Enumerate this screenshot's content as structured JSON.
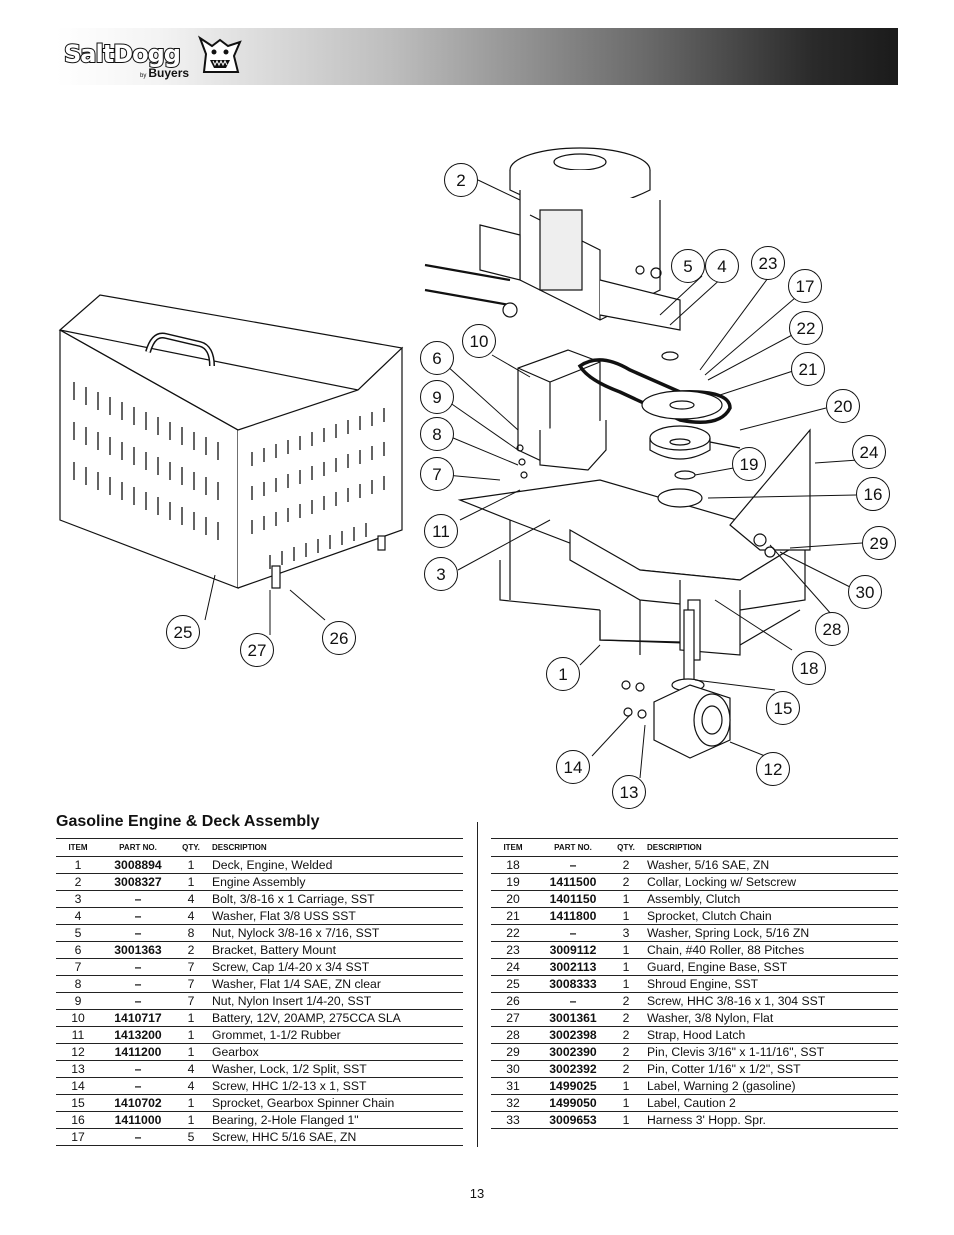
{
  "header": {
    "brand": "SaltDogg",
    "sub_by": "by",
    "sub_brand": "Buyers"
  },
  "colors": {
    "line": "#111111",
    "header_dark": "#1b1b1b",
    "header_light": "#ffffff"
  },
  "diagram": {
    "callouts": [
      "2",
      "5",
      "4",
      "23",
      "17",
      "22",
      "21",
      "20",
      "24",
      "10",
      "6",
      "9",
      "8",
      "7",
      "19",
      "16",
      "11",
      "3",
      "29",
      "30",
      "28",
      "25",
      "27",
      "26",
      "1",
      "18",
      "15",
      "14",
      "12",
      "13"
    ]
  },
  "section_title": "Gasoline Engine & Deck Assembly",
  "table": {
    "headers": {
      "item": "ITEM",
      "part": "PART NO.",
      "qty": "QTY.",
      "desc": "DESCRIPTION"
    },
    "left": [
      {
        "item": "1",
        "part": "3008894",
        "qty": "1",
        "desc": "Deck, Engine, Welded"
      },
      {
        "item": "2",
        "part": "3008327",
        "qty": "1",
        "desc": "Engine Assembly"
      },
      {
        "item": "3",
        "part": "–",
        "qty": "4",
        "desc": "Bolt, 3/8-16 x 1 Carriage, SST"
      },
      {
        "item": "4",
        "part": "–",
        "qty": "4",
        "desc": "Washer, Flat 3/8 USS SST"
      },
      {
        "item": "5",
        "part": "–",
        "qty": "8",
        "desc": "Nut, Nylock 3/8-16 x 7/16, SST"
      },
      {
        "item": "6",
        "part": "3001363",
        "qty": "2",
        "desc": "Bracket, Battery Mount"
      },
      {
        "item": "7",
        "part": "–",
        "qty": "7",
        "desc": "Screw, Cap 1/4-20 x 3/4 SST"
      },
      {
        "item": "8",
        "part": "–",
        "qty": "7",
        "desc": "Washer, Flat 1/4 SAE, ZN clear"
      },
      {
        "item": "9",
        "part": "–",
        "qty": "7",
        "desc": "Nut, Nylon Insert 1/4-20, SST"
      },
      {
        "item": "10",
        "part": "1410717",
        "qty": "1",
        "desc": "Battery, 12V, 20AMP, 275CCA SLA"
      },
      {
        "item": "11",
        "part": "1413200",
        "qty": "1",
        "desc": "Grommet, 1-1/2 Rubber"
      },
      {
        "item": "12",
        "part": "1411200",
        "qty": "1",
        "desc": "Gearbox"
      },
      {
        "item": "13",
        "part": "–",
        "qty": "4",
        "desc": "Washer, Lock, 1/2 Split, SST"
      },
      {
        "item": "14",
        "part": "–",
        "qty": "4",
        "desc": "Screw, HHC 1/2-13 x 1, SST"
      },
      {
        "item": "15",
        "part": "1410702",
        "qty": "1",
        "desc": "Sprocket, Gearbox Spinner Chain"
      },
      {
        "item": "16",
        "part": "1411000",
        "qty": "1",
        "desc": "Bearing, 2-Hole Flanged 1\""
      },
      {
        "item": "17",
        "part": "–",
        "qty": "5",
        "desc": "Screw, HHC 5/16 SAE, ZN"
      }
    ],
    "right": [
      {
        "item": "18",
        "part": "–",
        "qty": "2",
        "desc": "Washer, 5/16 SAE, ZN"
      },
      {
        "item": "19",
        "part": "1411500",
        "qty": "2",
        "desc": "Collar, Locking w/ Setscrew"
      },
      {
        "item": "20",
        "part": "1401150",
        "qty": "1",
        "desc": "Assembly, Clutch"
      },
      {
        "item": "21",
        "part": "1411800",
        "qty": "1",
        "desc": "Sprocket, Clutch Chain"
      },
      {
        "item": "22",
        "part": "–",
        "qty": "3",
        "desc": "Washer, Spring Lock, 5/16 ZN"
      },
      {
        "item": "23",
        "part": "3009112",
        "qty": "1",
        "desc": "Chain, #40 Roller, 88 Pitches"
      },
      {
        "item": "24",
        "part": "3002113",
        "qty": "1",
        "desc": "Guard, Engine Base, SST"
      },
      {
        "item": "25",
        "part": "3008333",
        "qty": "1",
        "desc": "Shroud Engine, SST"
      },
      {
        "item": "26",
        "part": "–",
        "qty": "2",
        "desc": "Screw, HHC 3/8-16 x 1, 304 SST"
      },
      {
        "item": "27",
        "part": "3001361",
        "qty": "2",
        "desc": "Washer, 3/8 Nylon, Flat"
      },
      {
        "item": "28",
        "part": "3002398",
        "qty": "2",
        "desc": "Strap, Hood Latch"
      },
      {
        "item": "29",
        "part": "3002390",
        "qty": "2",
        "desc": "Pin, Clevis 3/16\" x 1-11/16\", SST"
      },
      {
        "item": "30",
        "part": "3002392",
        "qty": "2",
        "desc": "Pin, Cotter 1/16\" x 1/2\", SST"
      },
      {
        "item": "31",
        "part": "1499025",
        "qty": "1",
        "desc": "Label, Warning 2 (gasoline)"
      },
      {
        "item": "32",
        "part": "1499050",
        "qty": "1",
        "desc": "Label, Caution 2"
      },
      {
        "item": "33",
        "part": "3009653",
        "qty": "1",
        "desc": "Harness 3' Hopp. Spr."
      }
    ]
  },
  "page_number": "13"
}
